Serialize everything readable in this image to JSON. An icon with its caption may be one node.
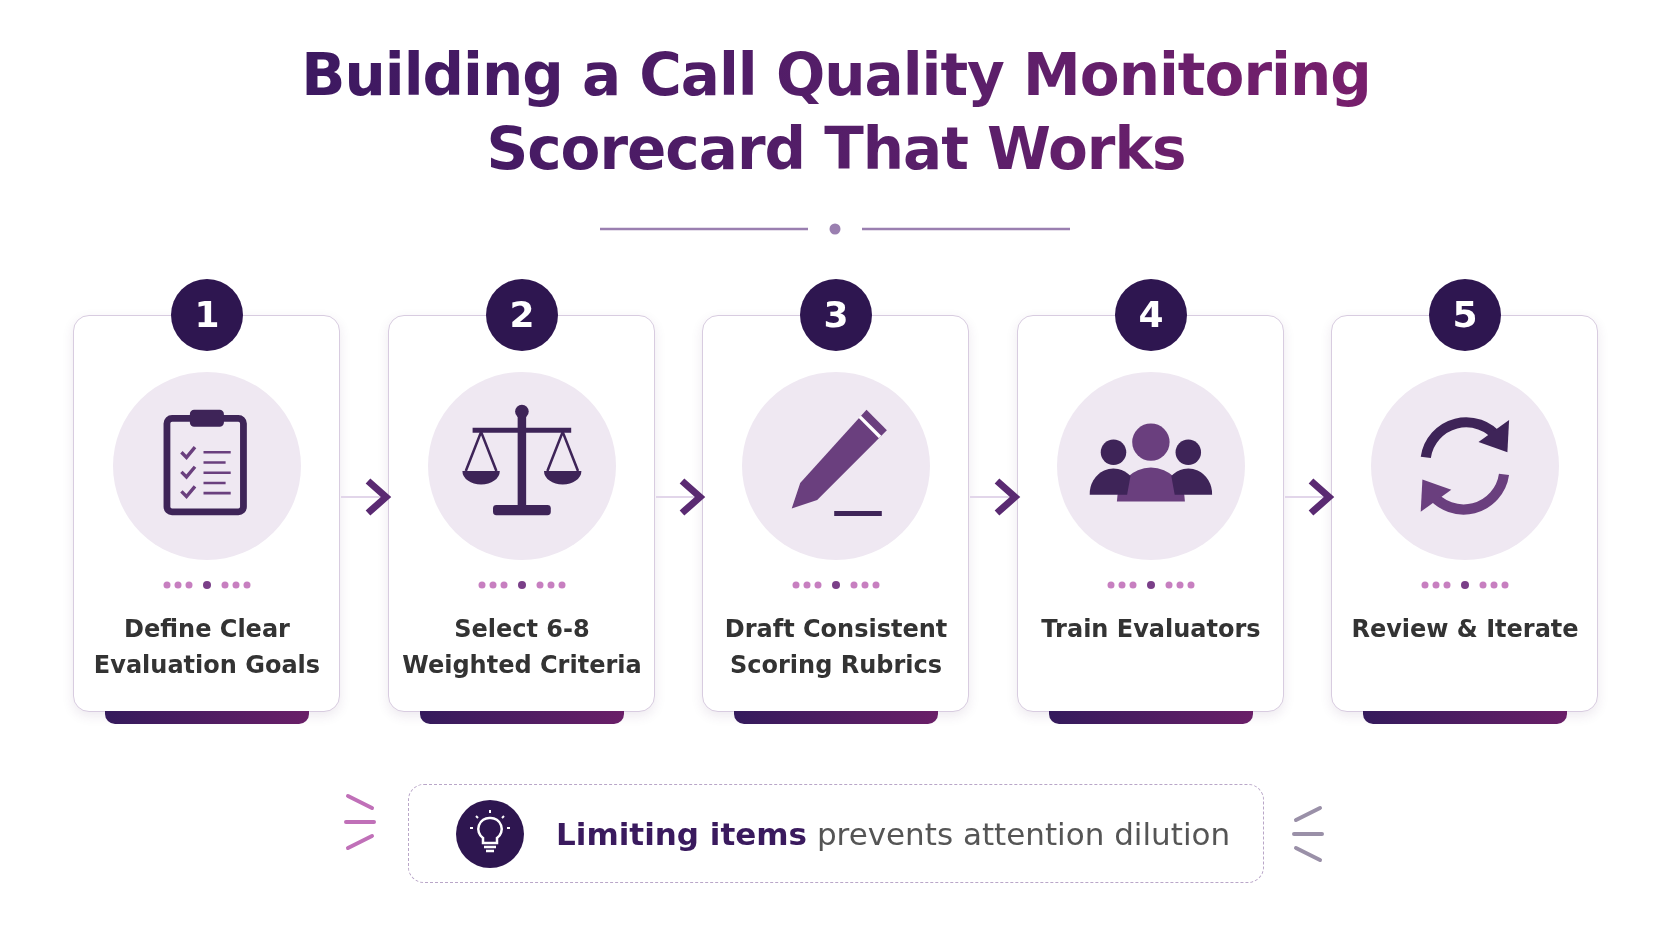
{
  "diagram": {
    "title": "Building a Call Quality Monitoring Scorecard That Works",
    "nodes": [
      {
        "text": [
          "1",
          "Define Clear Evaluation Goals"
        ]
      },
      {
        "text": [
          "2",
          "Select 6-8 Weighted Criteria"
        ]
      },
      {
        "text": [
          "3",
          "Draft Consistent Scoring Rubrics"
        ]
      },
      {
        "text": [
          "4",
          "Train Evaluators"
        ]
      },
      {
        "text": [
          "5",
          "Review & Iterate"
        ]
      },
      {
        "text": [
          "**Limiting items** prevents attention dilution"
        ]
      }
    ],
    "edges": [
      {
        "from": 0,
        "to": 1,
        "arrow": "to"
      },
      {
        "from": 1,
        "to": 2,
        "arrow": "to"
      },
      {
        "from": 2,
        "to": 3,
        "arrow": "to"
      },
      {
        "from": 3,
        "to": 4,
        "arrow": "to"
      }
    ]
  }
}
